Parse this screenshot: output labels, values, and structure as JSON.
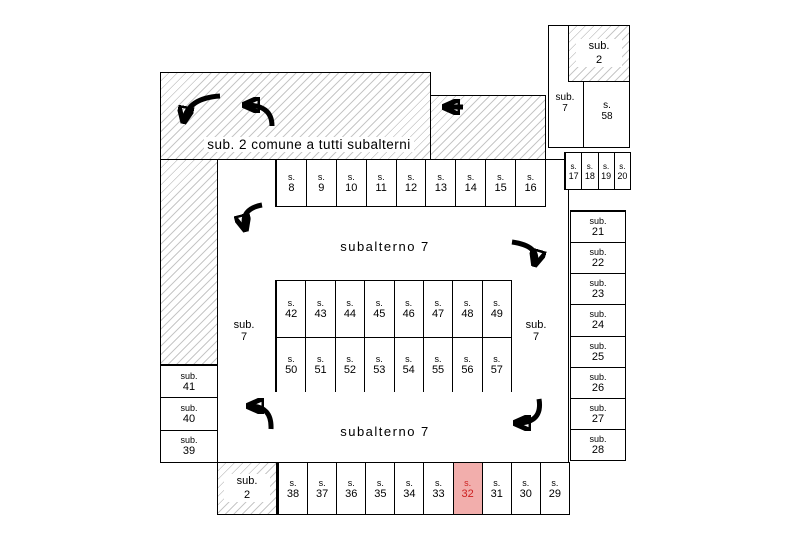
{
  "plan": {
    "common_area_label": "sub. 2 comune a tutti subalterni",
    "aisle_top_label": "subalterno 7",
    "aisle_bottom_label": "subalterno 7",
    "sub7_left": {
      "line1": "sub.",
      "line2": "7"
    },
    "sub7_right": {
      "line1": "sub.",
      "line2": "7"
    },
    "corridor_sub7": {
      "line1": "sub.",
      "line2": "7"
    },
    "corridor_s58": {
      "line1": "s.",
      "line2": "58"
    },
    "sub2_top_right": {
      "line1": "sub.",
      "line2": "2"
    },
    "sub2_bottom_left": {
      "line1": "sub.",
      "line2": "2"
    }
  },
  "stalls": {
    "top_row": [
      {
        "prefix": "s.",
        "number": "8"
      },
      {
        "prefix": "s.",
        "number": "9"
      },
      {
        "prefix": "s.",
        "number": "10"
      },
      {
        "prefix": "s.",
        "number": "11"
      },
      {
        "prefix": "s.",
        "number": "12"
      },
      {
        "prefix": "s.",
        "number": "13"
      },
      {
        "prefix": "s.",
        "number": "14"
      },
      {
        "prefix": "s.",
        "number": "15"
      },
      {
        "prefix": "s.",
        "number": "16"
      }
    ],
    "mini_row": [
      {
        "prefix": "s.",
        "number": "17"
      },
      {
        "prefix": "s.",
        "number": "18"
      },
      {
        "prefix": "s.",
        "number": "19"
      },
      {
        "prefix": "s.",
        "number": "20"
      }
    ],
    "center_top_row": [
      {
        "prefix": "s.",
        "number": "42"
      },
      {
        "prefix": "s.",
        "number": "43"
      },
      {
        "prefix": "s.",
        "number": "44"
      },
      {
        "prefix": "s.",
        "number": "45"
      },
      {
        "prefix": "s.",
        "number": "46"
      },
      {
        "prefix": "s.",
        "number": "47"
      },
      {
        "prefix": "s.",
        "number": "48"
      },
      {
        "prefix": "s.",
        "number": "49"
      }
    ],
    "center_bottom_row": [
      {
        "prefix": "s.",
        "number": "50"
      },
      {
        "prefix": "s.",
        "number": "51"
      },
      {
        "prefix": "s.",
        "number": "52"
      },
      {
        "prefix": "s.",
        "number": "53"
      },
      {
        "prefix": "s.",
        "number": "54"
      },
      {
        "prefix": "s.",
        "number": "55"
      },
      {
        "prefix": "s.",
        "number": "56"
      },
      {
        "prefix": "s.",
        "number": "57"
      }
    ],
    "bottom_row": [
      {
        "prefix": "s.",
        "number": "38"
      },
      {
        "prefix": "s.",
        "number": "37"
      },
      {
        "prefix": "s.",
        "number": "36"
      },
      {
        "prefix": "s.",
        "number": "35"
      },
      {
        "prefix": "s.",
        "number": "34"
      },
      {
        "prefix": "s.",
        "number": "33"
      },
      {
        "prefix": "s.",
        "number": "32",
        "highlight": true
      },
      {
        "prefix": "s.",
        "number": "31"
      },
      {
        "prefix": "s.",
        "number": "30"
      },
      {
        "prefix": "s.",
        "number": "29"
      }
    ]
  },
  "units": {
    "right_column": [
      {
        "line1": "sub.",
        "number": "21"
      },
      {
        "line1": "sub.",
        "number": "22"
      },
      {
        "line1": "sub.",
        "number": "23"
      },
      {
        "line1": "sub.",
        "number": "24"
      },
      {
        "line1": "sub.",
        "number": "25"
      },
      {
        "line1": "sub.",
        "number": "26"
      },
      {
        "line1": "sub.",
        "number": "27"
      },
      {
        "line1": "sub.",
        "number": "28"
      }
    ],
    "left_column": [
      {
        "line1": "sub.",
        "number": "41"
      },
      {
        "line1": "sub.",
        "number": "40"
      },
      {
        "line1": "sub.",
        "number": "39"
      }
    ]
  },
  "arrows": [
    "curve-down-left-arrow-top",
    "hook-left-arrow-top",
    "straight-left-arrow-top",
    "curve-down-arrow-left-mid",
    "curve-down-arrow-right-mid",
    "curve-left-arrow-bottom-left",
    "curve-left-arrow-bottom-right"
  ],
  "colors": {
    "highlight_fill": "#f2aeac",
    "highlight_text": "#cc1f1f"
  }
}
